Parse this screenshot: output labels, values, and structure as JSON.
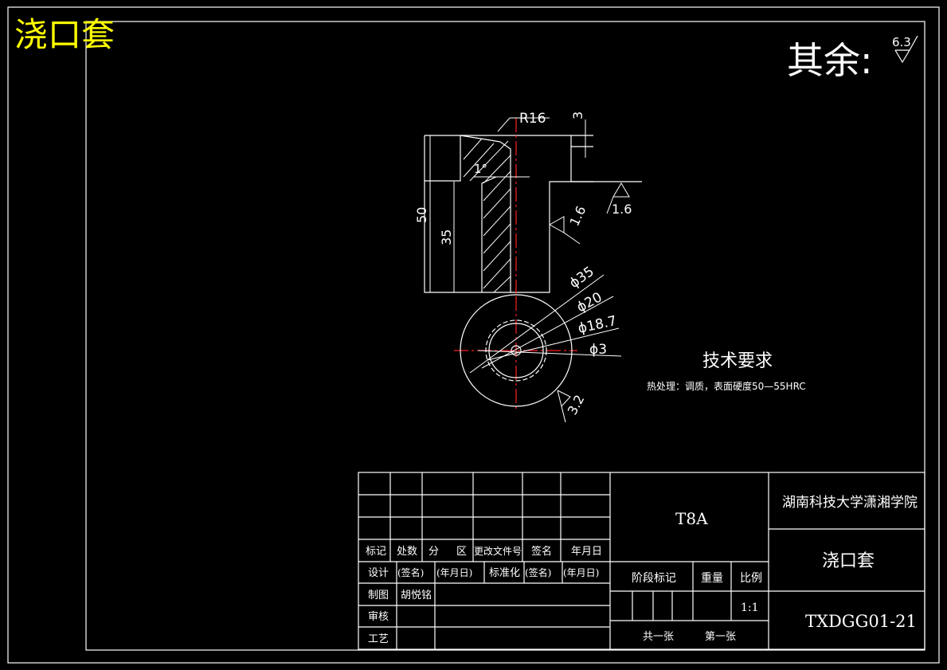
{
  "title": "浇口套",
  "surface_note": {
    "label": "其余:",
    "value": "6.3"
  },
  "dimensions": {
    "r16": "R16",
    "h3": "3",
    "angle": "1°",
    "h50": "50",
    "h35": "35",
    "rough_top": "1.6",
    "rough_side": "1.6",
    "d35": "ϕ35",
    "d20": "ϕ20",
    "d187": "ϕ18.7",
    "d3": "ϕ3",
    "rough_bottom": "3.2"
  },
  "tech": {
    "heading": "技术要求",
    "text": "热处理：调质，表面硬度50—55HRC"
  },
  "title_block": {
    "material": "T8A",
    "school": "湖南科技大学潇湘学院",
    "part_name": "浇口套",
    "drawing_no": "TXDGG01-21",
    "headers": [
      "标记",
      "处数",
      "分",
      "区",
      "更改文件号",
      "签名",
      "年月日"
    ],
    "design": [
      "设计",
      "(签名)",
      "(年月日)",
      "标准化",
      "(签名)",
      "(年月日)"
    ],
    "draw_label": "制图",
    "draw_name": "胡悦铭",
    "check_label": "审核",
    "process_label": "工艺",
    "stage_mark": "阶段标记",
    "weight": "重量",
    "scale_label": "比例",
    "scale_value": "1:1",
    "total_sheets": "共一张",
    "sheet_no": "第一张"
  }
}
